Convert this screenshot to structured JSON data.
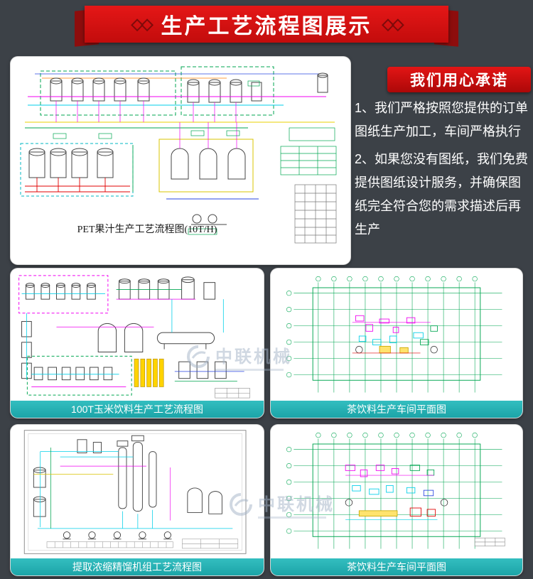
{
  "banner": {
    "ornament": "◇◇",
    "title": "生产工艺流程图展示"
  },
  "promise": {
    "badge": "我们用心承诺",
    "para1": "1、我们严格按照您提供的订单图纸生产加工，车间严格执行",
    "para2": "2、如果您没有图纸，我们免费提供图纸设计服务，并确保图纸完全符合您的需求描述后再生产"
  },
  "cards": {
    "main": {
      "caption": "PET果汁生产工艺流程图(10T/H)"
    },
    "corn": {
      "caption": "100T玉米饮料生产工艺流程图"
    },
    "tea1": {
      "caption": "茶饮料生产车间平面图"
    },
    "extract": {
      "caption": "提取浓缩精馏机组工艺流程图"
    },
    "tea2": {
      "caption": "茶饮料生产车间平面图"
    }
  },
  "watermark": {
    "text": "中联机械"
  },
  "colors": {
    "background": "#3c4147",
    "banner_red": "#c20c0c",
    "badge_red": "#c00b0b",
    "caption_teal": "#22aaae"
  }
}
